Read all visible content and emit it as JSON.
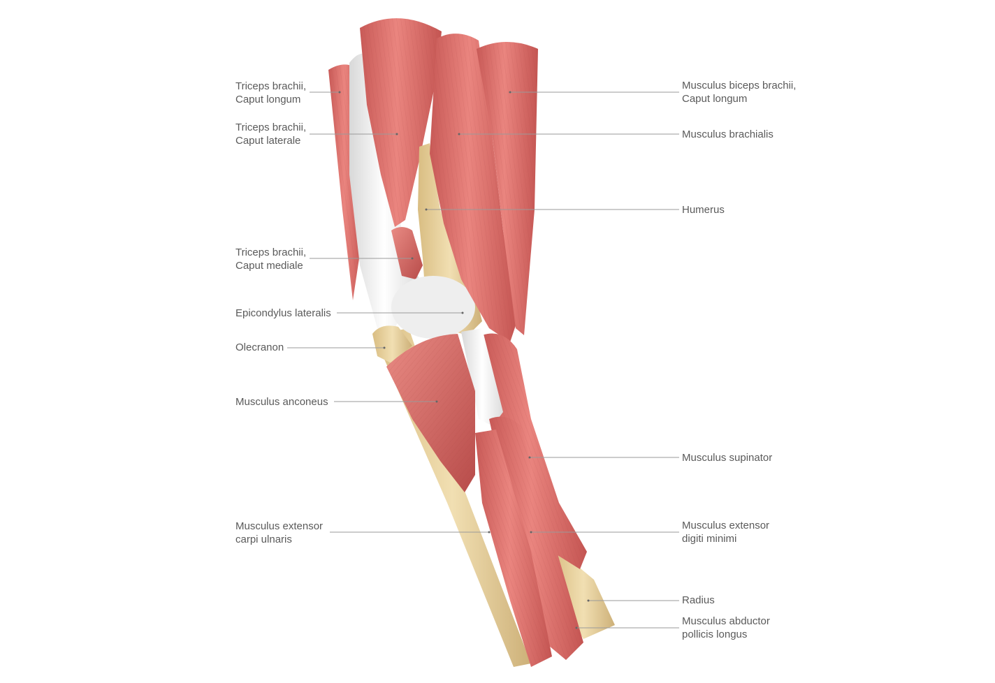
{
  "labels": {
    "triceps_longum": [
      "Triceps brachii,",
      "Caput longum"
    ],
    "triceps_laterale": [
      "Triceps brachii,",
      "Caput laterale"
    ],
    "triceps_mediale": [
      "Triceps brachii,",
      "Caput mediale"
    ],
    "epicondylus": [
      "Epicondylus lateralis"
    ],
    "olecranon": [
      "Olecranon"
    ],
    "anconeus": [
      "Musculus anconeus"
    ],
    "ext_carpi_ulnaris": [
      "Musculus extensor",
      "carpi ulnaris"
    ],
    "biceps_longum": [
      "Musculus biceps brachii,",
      "Caput longum"
    ],
    "brachialis": [
      "Musculus brachialis"
    ],
    "humerus": [
      "Humerus"
    ],
    "supinator": [
      "Musculus supinator"
    ],
    "ext_digiti_minimi": [
      "Musculus extensor",
      "digiti minimi"
    ],
    "radius": [
      "Radius"
    ],
    "abductor_pollicis": [
      "Musculus abductor",
      "pollicis longus"
    ]
  },
  "colors": {
    "muscle": "#e0736f",
    "muscle_dark": "#b94f4d",
    "muscle_light": "#f0a9a2",
    "tendon": "#f2f2f2",
    "bone": "#e6cf9c",
    "bone_dark": "#c9ab6c",
    "leader": "#9a9a9a",
    "text": "#5a5a5a"
  }
}
